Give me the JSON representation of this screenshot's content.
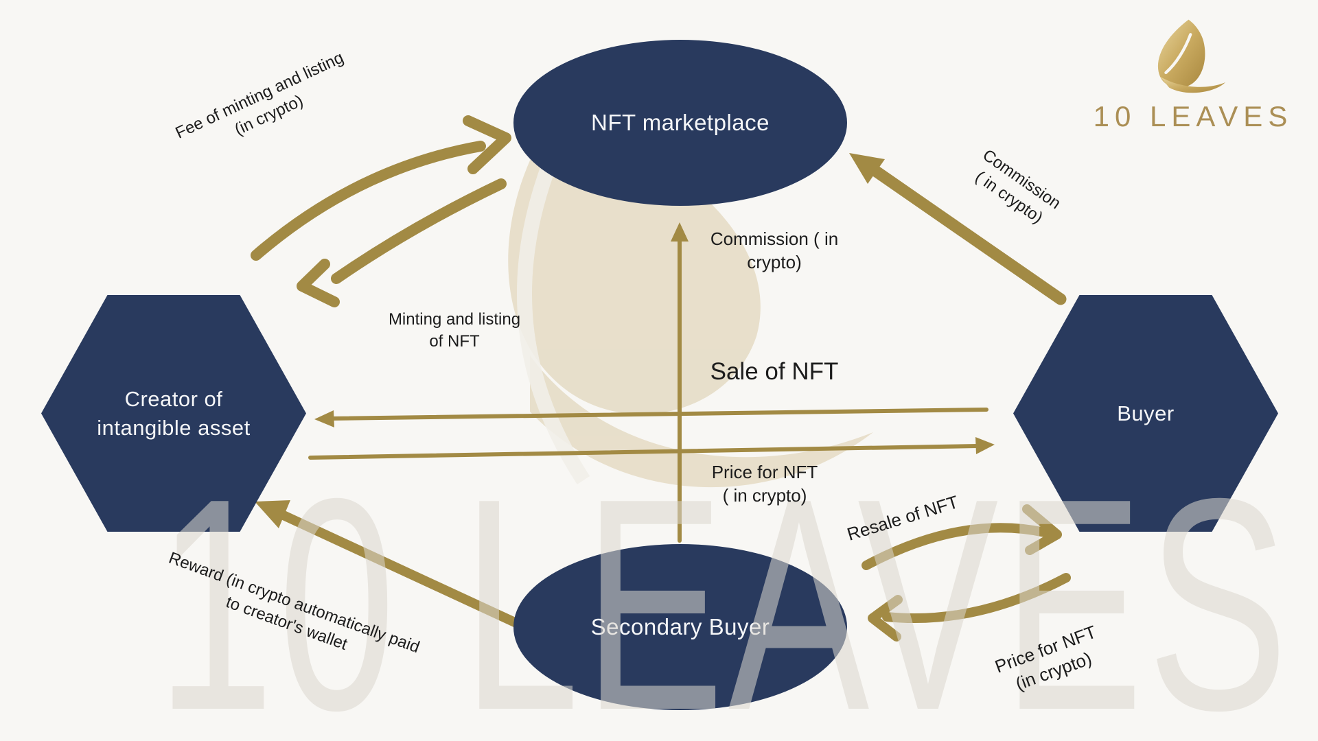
{
  "logo": {
    "brand": "10 LEAVES"
  },
  "watermark": {
    "text": "10 LEAVES"
  },
  "nodes": {
    "marketplace": {
      "label": "NFT marketplace"
    },
    "creator": {
      "label": "Creator of intangible asset"
    },
    "buyer": {
      "label": "Buyer"
    },
    "secondary": {
      "label": "Secondary Buyer"
    }
  },
  "edges": {
    "fee": {
      "lines": [
        "Fee of minting and listing",
        "(in crypto)"
      ],
      "from": "creator",
      "to": "marketplace"
    },
    "minting": {
      "lines": [
        "Minting and listing",
        "of NFT"
      ],
      "from": "marketplace",
      "to": "creator"
    },
    "commission_buyer": {
      "lines": [
        "Commission",
        "( in crypto)"
      ],
      "from": "buyer",
      "to": "marketplace"
    },
    "commission_sale": {
      "lines": [
        "Commission ( in",
        "crypto)"
      ],
      "from": "secondary",
      "to": "marketplace"
    },
    "sale": {
      "label": "Sale of NFT",
      "from": "buyer",
      "to": "creator"
    },
    "price": {
      "lines": [
        "Price for NFT",
        "( in crypto)"
      ],
      "from": "creator",
      "to": "buyer"
    },
    "resale": {
      "label": "Resale of NFT",
      "from": "secondary",
      "to": "buyer"
    },
    "price_resale": {
      "lines": [
        "Price for NFT",
        "(in crypto)"
      ],
      "from": "buyer",
      "to": "secondary"
    },
    "reward": {
      "lines": [
        "Reward (in crypto automatically paid",
        "to creator's wallet"
      ],
      "from": "secondary",
      "to": "creator"
    }
  },
  "colors": {
    "background": "#f8f7f4",
    "navy": "#293a5e",
    "gold_arrow": "#a28a44",
    "gold_logo": "#ab8f55",
    "text": "#1c1c1c",
    "watermark_beige": "#ece3cd"
  }
}
